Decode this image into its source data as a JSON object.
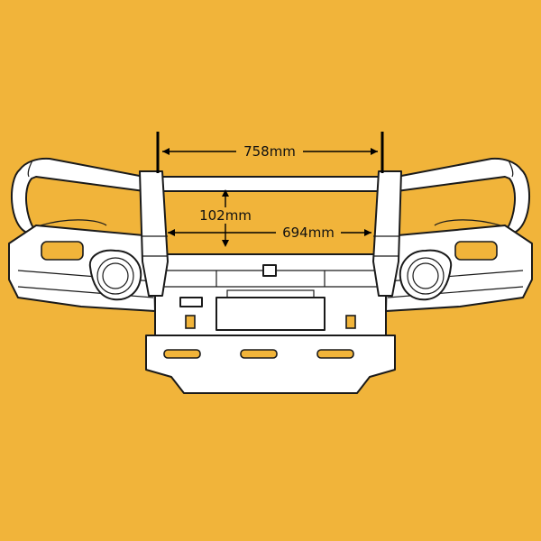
{
  "colors": {
    "background": "#F1B43A",
    "outline": "#1a1a1a",
    "part_fill": "#ffffff",
    "indicator": "#F1B43A"
  },
  "dimensions": {
    "upright_spacing": "758mm",
    "loop_height": "102mm",
    "inner_spacing": "694mm"
  }
}
